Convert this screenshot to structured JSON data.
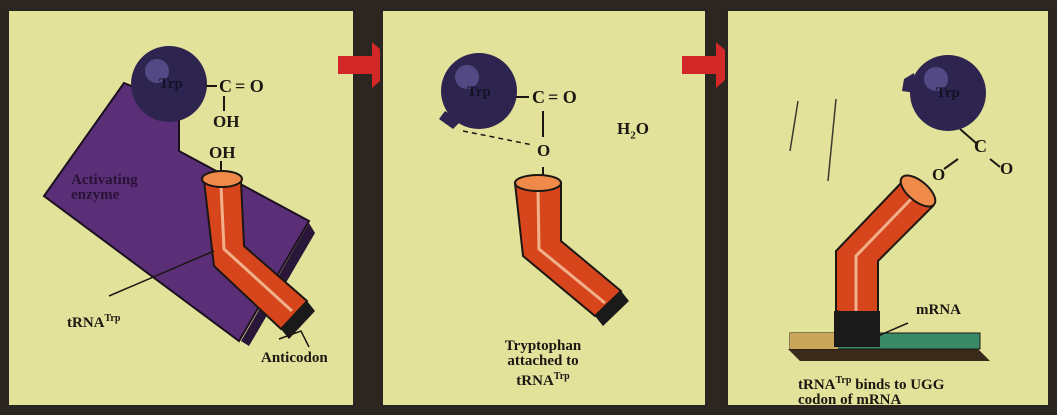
{
  "panel1": {
    "amino_acid": "Trp",
    "carboxyl_c": "C",
    "carboxyl_eq": "= O",
    "carboxyl_oh": "OH",
    "trna_oh": "OH",
    "enzyme_label": "Activating enzyme",
    "trna_name": "tRNA",
    "trna_sup": "Trp",
    "anticodon_label": "Anticodon"
  },
  "panel2": {
    "amino_acid": "Trp",
    "carboxyl_c": "C",
    "carboxyl_eq": "= O",
    "bond_o": "O",
    "water": "H",
    "water_sub": "2",
    "water_o": "O",
    "caption_line1": "Tryptophan",
    "caption_line2": "attached to",
    "caption_trna": "tRNA",
    "caption_sup": "Trp"
  },
  "panel3": {
    "amino_acid": "Trp",
    "carboxyl_c": "C",
    "carboxyl_o": "O",
    "bond_o": "O",
    "mrna_label": "mRNA",
    "caption_trna": "tRNA",
    "caption_sup": "Trp",
    "caption_rest": " binds to UGG",
    "caption_line2": "codon of mRNA"
  },
  "colors": {
    "panel_bg": "#e3e29a",
    "enzyme": "#5a2f78",
    "trna": "#d6451c",
    "amino_acid_ball": "#2e2450",
    "arrow": "#d42828"
  }
}
